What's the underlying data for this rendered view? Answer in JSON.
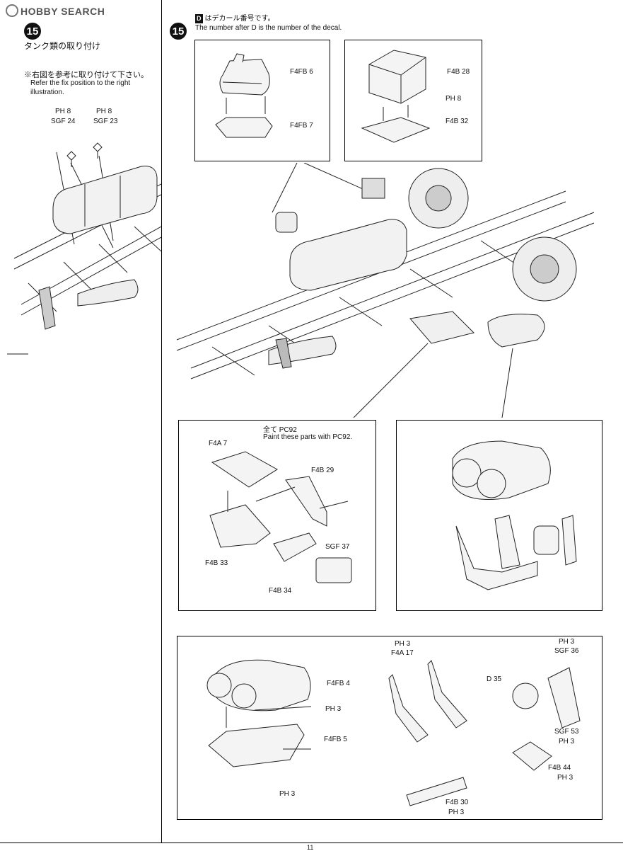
{
  "header": {
    "logo_text": "HOBBY SEARCH"
  },
  "step": {
    "number": "15",
    "title_jp": "タンク類の取り付け",
    "note_jp": "※右図を参考に取り付けて下さい。",
    "note_en": "Refer the fix position to the right illustration."
  },
  "decal_note": {
    "jp": "はデカール番号です。",
    "en": "The number after D is the number of the decal."
  },
  "paint_note": {
    "jp": "全て PC92",
    "en": "Paint these parts with PC92."
  },
  "left_parts": {
    "ph8_a": "PH 8",
    "sgf24": "SGF 24",
    "ph8_b": "PH 8",
    "sgf23": "SGF 23"
  },
  "box1": {
    "f4fb6": "F4FB 6",
    "f4fb7": "F4FB 7"
  },
  "box2": {
    "f4b28": "F4B 28",
    "ph8": "PH 8",
    "f4b32": "F4B 32"
  },
  "box3": {
    "f4a7": "F4A 7",
    "f4b29": "F4B 29",
    "f4b33": "F4B 33",
    "sgf37": "SGF 37",
    "f4b34": "F4B 34"
  },
  "box5": {
    "f4fb4": "F4FB 4",
    "ph3_a": "PH 3",
    "f4fb5": "F4FB 5",
    "ph3_b": "PH 3",
    "ph3_c": "PH 3",
    "f4a17": "F4A 17",
    "f4b30": "F4B 30",
    "ph3_d": "PH 3",
    "ph3_e": "PH 3",
    "sgf36": "SGF 36",
    "d35": "D 35",
    "sgf53": "SGF 53",
    "ph3_f": "PH 3",
    "f4b44": "F4B 44",
    "ph3_g": "PH 3"
  },
  "page_number": "11"
}
